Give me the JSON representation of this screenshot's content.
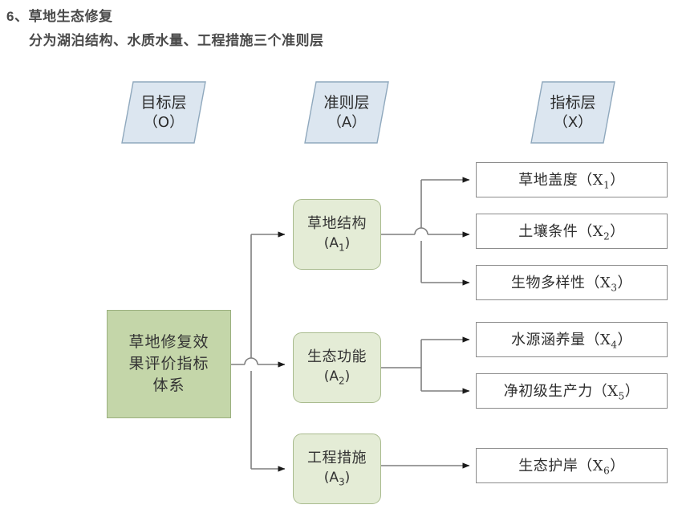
{
  "heading": {
    "line1": "6、草地生态修复",
    "line2": "分为湖泊结构、水质水量、工程措施三个准则层"
  },
  "layer_headers": [
    {
      "name": "目标层",
      "code": "（O）"
    },
    {
      "name": "准则层",
      "code": "（A）"
    },
    {
      "name": "指标层",
      "code": "（X）"
    }
  ],
  "goal": {
    "line1": "草地修复效",
    "line2": "果评价指标",
    "line3": "体系"
  },
  "criteria": [
    {
      "name": "草地结构",
      "code_prefix": "(A",
      "code_sub": "1",
      "code_suffix": ")"
    },
    {
      "name": "生态功能",
      "code_prefix": "(A",
      "code_sub": "2",
      "code_suffix": ")"
    },
    {
      "name": "工程措施",
      "code_prefix": "(A",
      "code_sub": "3",
      "code_suffix": ")"
    }
  ],
  "indicators": [
    {
      "name": "草地盖度",
      "code_prefix": "（X",
      "code_sub": "1",
      "code_suffix": "）"
    },
    {
      "name": "土壤条件",
      "code_prefix": "（X",
      "code_sub": "2",
      "code_suffix": "）"
    },
    {
      "name": "生物多样性",
      "code_prefix": "（X",
      "code_sub": "3",
      "code_suffix": "）"
    },
    {
      "name": "水源涵养量",
      "code_prefix": "（X",
      "code_sub": "4",
      "code_suffix": "）"
    },
    {
      "name": "净初级生产力",
      "code_prefix": "（X",
      "code_sub": "5",
      "code_suffix": "）"
    },
    {
      "name": "生态护岸",
      "code_prefix": "（X",
      "code_sub": "6",
      "code_suffix": "）"
    }
  ],
  "colors": {
    "goal_fill": "#c4d6a9",
    "goal_stroke": "#9bb07f",
    "criterion_fill": "#e4ecd6",
    "criterion_stroke": "#a9bb8e",
    "indicator_fill": "#ffffff",
    "indicator_stroke": "#8c8c8c",
    "header_fill": "#dce6f0",
    "header_stroke": "#8fa8bd",
    "connector": "#7f7f7f",
    "heading_text": "#4a4a4a"
  }
}
